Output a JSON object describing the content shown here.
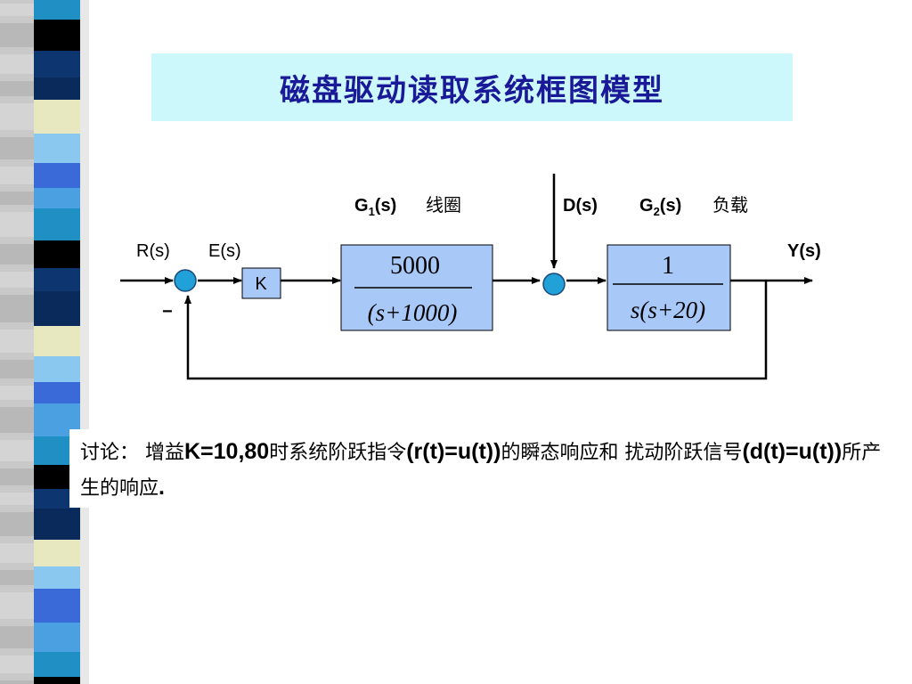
{
  "title": "磁盘驱动读取系统框图模型",
  "labels": {
    "rs": "R(s)",
    "es": "E(s)",
    "ys": "Y(s)",
    "minus": "−",
    "g1_letter": "G",
    "g1_sub": "1",
    "g1_s": "(s)",
    "g1_name": "线圈",
    "ds": "D(s)",
    "g2_letter": "G",
    "g2_sub": "2",
    "g2_s": "(s)",
    "g2_name": "负载"
  },
  "blocks": {
    "k": "K",
    "g1": {
      "num": "5000",
      "den": "(s+1000)"
    },
    "g2": {
      "num": "1",
      "den": "s(s+20)"
    }
  },
  "discussion": {
    "p1": "讨论：  增益",
    "k_vals": "K=10,80",
    "p2": "时系统阶跃指令",
    "r_eq": "(r(t)=u(t))",
    "p3": "的瞬态响应和 扰动阶跃信号",
    "d_eq": "(d(t)=u(t))",
    "p4": "所产生的响应",
    "end": "."
  },
  "colors": {
    "title_bg": "#ccf7fb",
    "title_text": "#1a1a99",
    "block_fill": "#a8c8f8",
    "summing_fill": "#22a0d8"
  }
}
